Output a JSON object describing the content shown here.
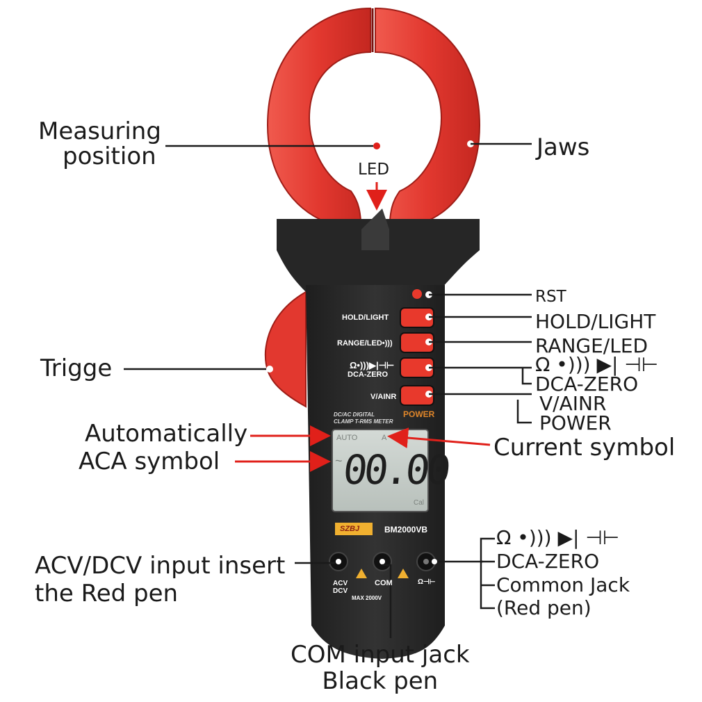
{
  "callouts": {
    "measuring": [
      "Measuring",
      "position"
    ],
    "led": "LED",
    "jaws": "Jaws",
    "rst": "RST",
    "hold_light": "HOLD/LIGHT",
    "range_led": "RANGE/LED",
    "ohm_row": "Ω •))) ▶| ⊣⊢",
    "dca_zero": "DCA-ZERO",
    "v_ainr": "V/AINR",
    "power": "POWER",
    "trigge": "Trigge",
    "automatically": "Automatically",
    "aca_symbol": "ACA symbol",
    "current_symbol": "Current symbol",
    "acv_dcv": [
      "ACV/DCV input insert",
      "the Red pen"
    ],
    "jack_ohm_row": "Ω •))) ▶| ⊣⊢",
    "jack_dca_zero": "DCA-ZERO",
    "common_jack": "Common Jack",
    "red_pen": "(Red pen)",
    "com_jack": [
      "COM input jack",
      "Black pen"
    ]
  },
  "meter": {
    "btn_hold": "HOLD/LIGHT",
    "btn_range": "RANGE/LED•)))",
    "btn_ohm": "Ω•)))▶|⊣⊢",
    "btn_dca": "DCA-ZERO",
    "btn_vainr": "V/AINR",
    "power": "POWER",
    "subtitle": [
      "DC/AC  DIGITAL",
      "CLAMP  T-RMS METER"
    ],
    "lcd_auto": "AUTO",
    "lcd_unit": "A",
    "lcd_ac": "~",
    "lcd_reading": "00.00",
    "lcd_cal": "Cal",
    "brand": "SZBJ",
    "model": "BM2000VB",
    "jack_left": [
      "ACV",
      "DCV"
    ],
    "jack_mid": "COM",
    "jack_right": "Ω⊣⊢",
    "max": "MAX 2000V"
  },
  "colors": {
    "clamp_red": "#e2382f",
    "body_black": "#2a2a2a",
    "button_red": "#e8392c",
    "lcd_bg": "#c9d0cc",
    "arrow_red": "#e0201a",
    "power_orange": "#e0862a"
  }
}
